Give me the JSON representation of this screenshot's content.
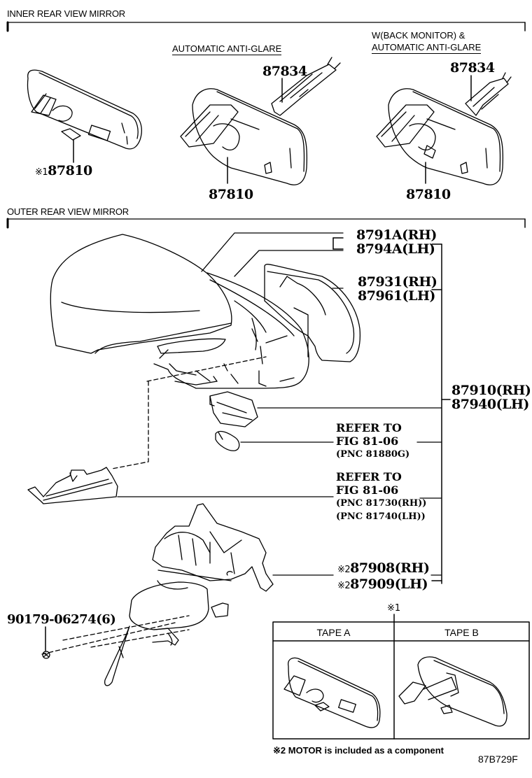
{
  "inner_section": {
    "title": "INNER REAR VIEW MIRROR",
    "variants": [
      {
        "label": "",
        "part": "87810",
        "mark": "※1"
      },
      {
        "label": "AUTOMATIC ANTI-GLARE",
        "parts": [
          "87834",
          "87810"
        ]
      },
      {
        "label_line1": "W(BACK MONITOR) &",
        "label_line2": "AUTOMATIC ANTI-GLARE",
        "parts": [
          "87834",
          "87810"
        ]
      }
    ]
  },
  "outer_section": {
    "title": "OUTER REAR VIEW MIRROR",
    "callouts": {
      "cover": {
        "rh": "8791A(RH)",
        "lh": "8794A(LH)"
      },
      "mirror_glass": {
        "rh": "87931(RH)",
        "lh": "87961(LH)"
      },
      "assy": {
        "rh": "87910(RH)",
        "lh": "87940(LH)"
      },
      "lamp_ref": {
        "line1": "REFER TO",
        "line2": "FIG 81-06",
        "line3": "(PNC 81880G)"
      },
      "turn_ref": {
        "line1": "REFER TO",
        "line2": "FIG 81-06",
        "line3": "(PNC 81730(RH))",
        "line4": "(PNC 81740(LH))"
      },
      "motor": {
        "mark": "※2",
        "rh": "87908(RH)",
        "lh": "87909(LH)"
      },
      "screw": "90179-06274(6)"
    }
  },
  "tape_table": {
    "mark": "※1",
    "columns": [
      "TAPE A",
      "TAPE B"
    ]
  },
  "footnote": "※2 MOTOR is included as a component",
  "figure_id": "87B729F"
}
